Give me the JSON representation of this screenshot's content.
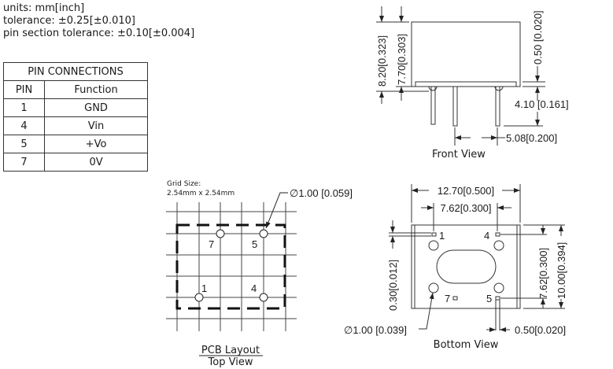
{
  "notes": {
    "units": "units: mm[inch]",
    "tolerance": "tolerance: ±0.25[±0.010]",
    "pin_tolerance": "pin section tolerance: ±0.10[±0.004]"
  },
  "pin_table": {
    "title": "PIN CONNECTIONS",
    "headers": [
      "PIN",
      "Function"
    ],
    "rows": [
      {
        "pin": "1",
        "function": "GND"
      },
      {
        "pin": "4",
        "function": "Vin"
      },
      {
        "pin": "5",
        "function": "+Vo"
      },
      {
        "pin": "7",
        "function": "0V"
      }
    ]
  },
  "front_view": {
    "title": "Front View",
    "dim_height_total": "8.20[0.323]",
    "dim_height_body": "7.70[0.303]",
    "dim_standoff": "0.50 [0.020]",
    "dim_pin_length": "4.10 [0.161]",
    "dim_pin_pitch": "5.08[0.200]"
  },
  "pcb_layout": {
    "grid_label": "Grid Size:",
    "grid_size": "2.54mm x 2.54mm",
    "hole_dim": "∅1.00 [0.059]",
    "pins": [
      "7",
      "5",
      "1",
      "4"
    ],
    "title": "PCB Layout",
    "subtitle": "Top View"
  },
  "bottom_view": {
    "title": "Bottom View",
    "dim_width": "12.70[0.500]",
    "dim_pin_span": "7.62[0.300]",
    "dim_offset": "0.30[0.012]",
    "dim_pin_span_v": "7.62[0.300]",
    "dim_depth": "10.00[0.394]",
    "dim_hole": "∅1.00 [0.039]",
    "dim_pin_width": "0.50[0.020]",
    "pins": [
      "1",
      "4",
      "7",
      "5"
    ]
  }
}
